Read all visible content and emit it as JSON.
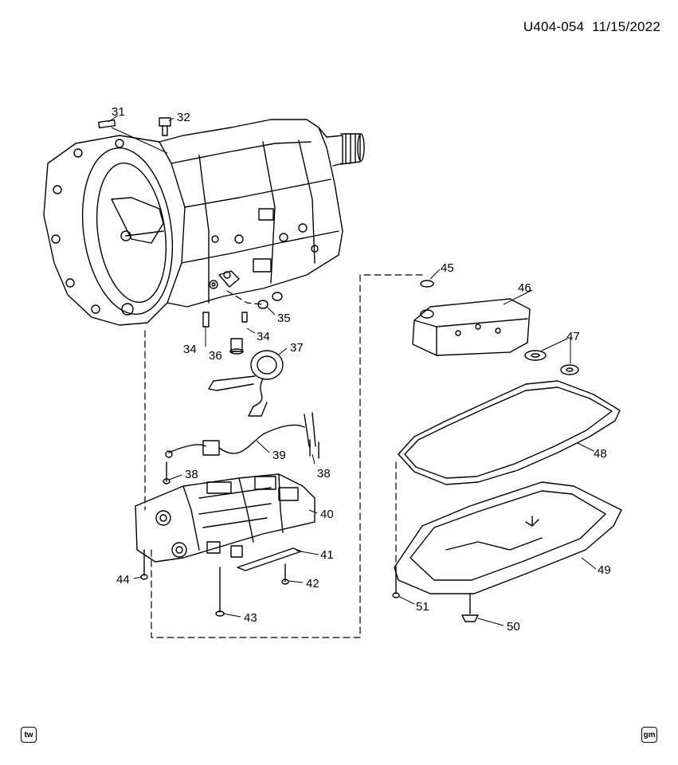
{
  "header": {
    "code": "U404-054",
    "date": "11/15/2022"
  },
  "footer": {
    "left_badge": "tw",
    "right_badge": "gm"
  },
  "callouts": [
    "31",
    "32",
    "34",
    "34",
    "35",
    "36",
    "37",
    "38",
    "38",
    "39",
    "40",
    "41",
    "42",
    "43",
    "44",
    "45",
    "46",
    "47",
    "48",
    "49",
    "50",
    "51"
  ],
  "colors": {
    "line": "#000000",
    "background": "#ffffff"
  }
}
